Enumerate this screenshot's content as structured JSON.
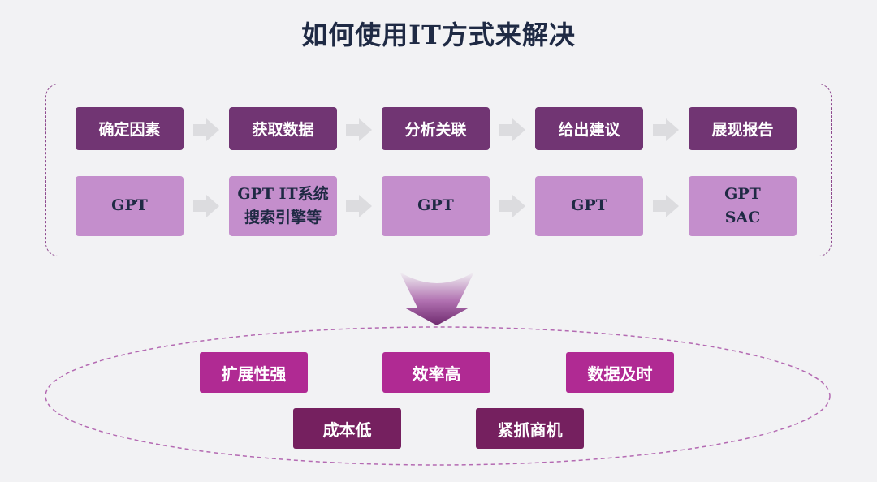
{
  "title": "如何使用IT方式来解决",
  "steps": [
    "确定因素",
    "获取数据",
    "分析关联",
    "给出建议",
    "展现报告"
  ],
  "tools": [
    "GPT",
    "GPT IT系统\n搜索引擎等",
    "GPT",
    "GPT",
    "GPT\nSAC"
  ],
  "benefits": {
    "top": [
      "扩展性强",
      "效率高",
      "数据及时"
    ],
    "bottom": [
      "成本低",
      "紧抓商机"
    ]
  },
  "colors": {
    "step": "#713573",
    "tool": "#c48ecc",
    "benefit_top": "#b02a93",
    "benefit_bottom": "#75205f",
    "arrow": "#dcdcdf",
    "frame": "#8e4a8e"
  }
}
